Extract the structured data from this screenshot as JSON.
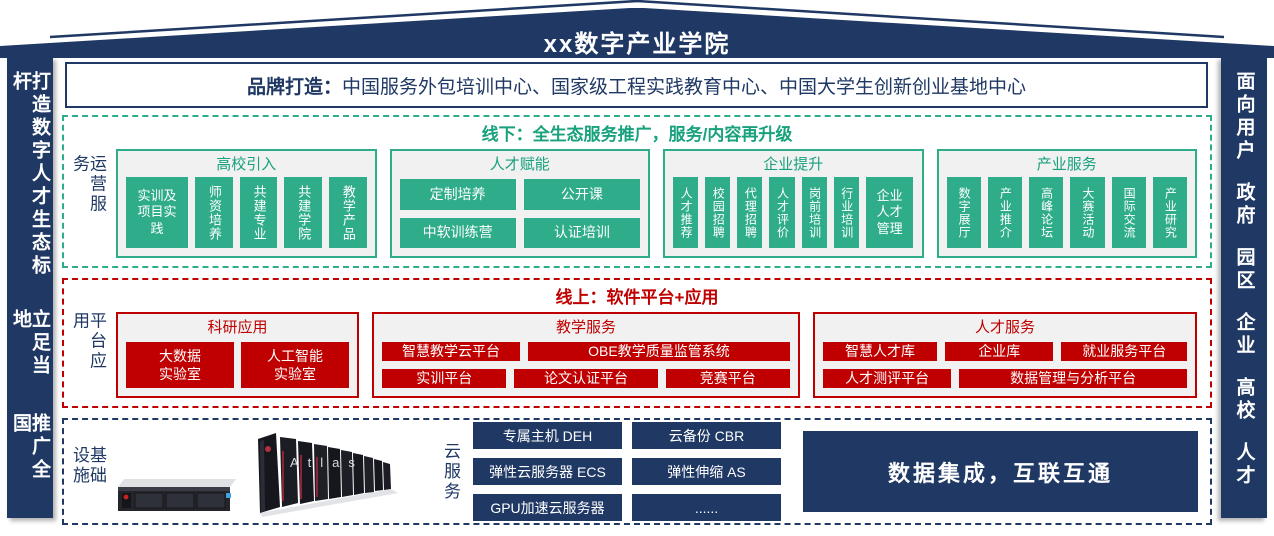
{
  "colors": {
    "navy": "#1f3864",
    "green": "#2fad8b",
    "green_text": "#18a17d",
    "red": "#c00000",
    "card_bg": "#f1f1f1"
  },
  "banner": {
    "title": "xx数字产业学院"
  },
  "pillars": {
    "left": [
      "打造数字人才生态标杆",
      "立足当地",
      "推广全国"
    ],
    "right": [
      "面向用户",
      "政府",
      "园区",
      "企业",
      "高校",
      "人才"
    ]
  },
  "brand": {
    "label": "品牌打造：",
    "text": "中国服务外包培训中心、国家级工程实践教育中心、中国大学生创新创业基地中心"
  },
  "operations": {
    "side_label": "运营服务",
    "title": "线下：全生态服务推广，服务/内容再升级",
    "groups": [
      {
        "title": "高校引入",
        "blocks": [
          "实训及\n项目实\n践",
          "师资培养",
          "共建专业",
          "共建学院",
          "教学产品"
        ]
      },
      {
        "title": "人才赋能",
        "blocks": [
          "定制培养",
          "公开课",
          "中软训练营",
          "认证培训"
        ]
      },
      {
        "title": "企业提升",
        "blocks": [
          "人才推荐",
          "校园招聘",
          "代理招聘",
          "人才评价",
          "岗前培训",
          "行业培训",
          "企业\n人才\n管理"
        ]
      },
      {
        "title": "产业服务",
        "blocks": [
          "数字展厅",
          "产业推介",
          "高峰论坛",
          "大赛活动",
          "国际交流",
          "产业研究"
        ]
      }
    ]
  },
  "platform": {
    "side_label": "平台应用",
    "title": "线上：软件平台+应用",
    "groups": [
      {
        "title": "科研应用",
        "blocks": [
          "大数据\n实验室",
          "人工智能\n实验室"
        ]
      },
      {
        "title": "教学服务",
        "rows": [
          [
            "智慧教学云平台",
            "OBE教学质量监管系统"
          ],
          [
            "实训平台",
            "论文认证平台",
            "竞赛平台"
          ]
        ]
      },
      {
        "title": "人才服务",
        "rows": [
          [
            "智慧人才库",
            "企业库",
            "就业服务平台"
          ],
          [
            "人才测评平台",
            "数据管理与分析平台"
          ]
        ]
      }
    ]
  },
  "infrastructure": {
    "side_label": "基础设施",
    "cloud_label": "云服务",
    "atlas_label": "Atlas",
    "cloud_services": [
      "专属主机 DEH",
      "云备份 CBR",
      "弹性云服务器 ECS",
      "弹性伸缩 AS",
      "GPU加速云服务器",
      "......"
    ],
    "integration": "数据集成，互联互通"
  }
}
